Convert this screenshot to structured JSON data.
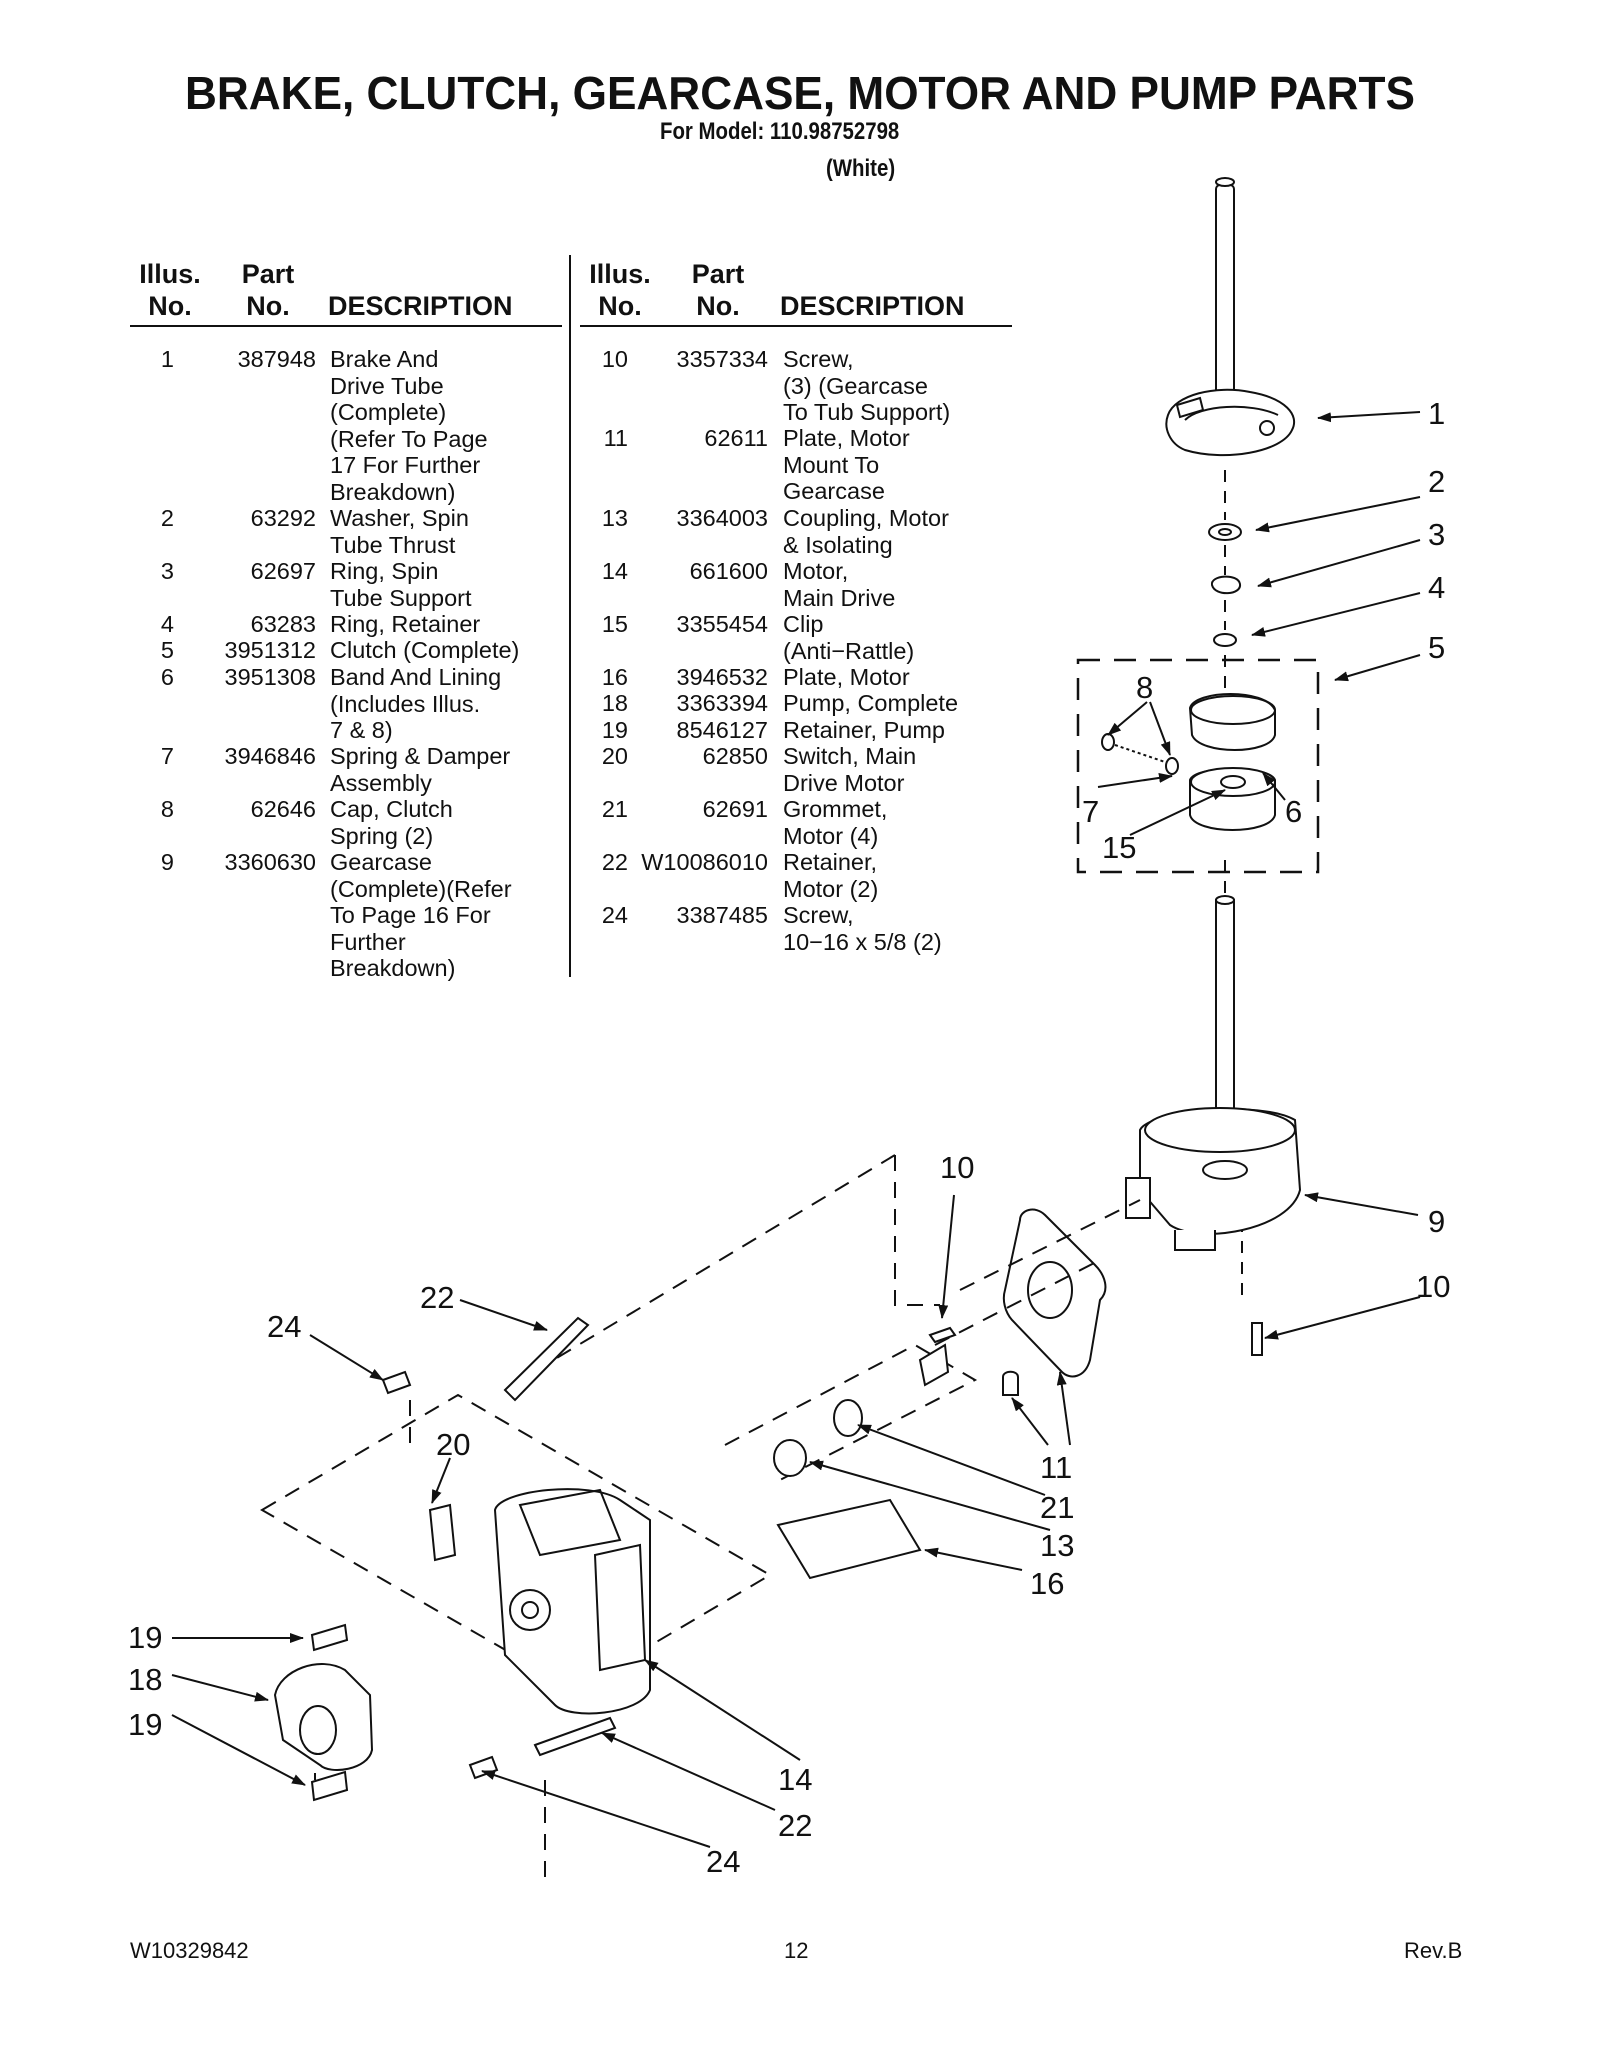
{
  "header": {
    "title": "BRAKE, CLUTCH, GEARCASE, MOTOR AND PUMP PARTS",
    "model_line": "For Model: 110.98752798",
    "color_line": "(White)"
  },
  "table_headers": {
    "illus": [
      "Illus.",
      "No."
    ],
    "part": [
      "Part",
      "No."
    ],
    "description": "DESCRIPTION"
  },
  "parts_left": [
    {
      "illus": "1",
      "part": "387948",
      "desc": "Brake And\nDrive Tube\n(Complete)\n(Refer To Page\n17 For Further\nBreakdown)"
    },
    {
      "illus": "2",
      "part": "63292",
      "desc": "Washer, Spin\nTube Thrust"
    },
    {
      "illus": "3",
      "part": "62697",
      "desc": "Ring, Spin\nTube Support"
    },
    {
      "illus": "4",
      "part": "63283",
      "desc": "Ring, Retainer"
    },
    {
      "illus": "5",
      "part": "3951312",
      "desc": "Clutch (Complete)"
    },
    {
      "illus": "6",
      "part": "3951308",
      "desc": "Band And Lining\n(Includes Illus.\n7 & 8)"
    },
    {
      "illus": "7",
      "part": "3946846",
      "desc": "Spring & Damper\nAssembly"
    },
    {
      "illus": "8",
      "part": "62646",
      "desc": "Cap, Clutch\nSpring (2)"
    },
    {
      "illus": "9",
      "part": "3360630",
      "desc": "Gearcase\n(Complete)(Refer\nTo Page 16 For\nFurther\nBreakdown)"
    }
  ],
  "parts_right": [
    {
      "illus": "10",
      "part": "3357334",
      "desc": "Screw,\n(3) (Gearcase\nTo Tub Support)"
    },
    {
      "illus": "11",
      "part": "62611",
      "desc": "Plate, Motor\nMount To\nGearcase"
    },
    {
      "illus": "13",
      "part": "3364003",
      "desc": "Coupling, Motor\n& Isolating"
    },
    {
      "illus": "14",
      "part": "661600",
      "desc": "Motor,\nMain Drive"
    },
    {
      "illus": "15",
      "part": "3355454",
      "desc": "Clip\n(Anti−Rattle)"
    },
    {
      "illus": "16",
      "part": "3946532",
      "desc": "Plate, Motor"
    },
    {
      "illus": "18",
      "part": "3363394",
      "desc": "Pump, Complete"
    },
    {
      "illus": "19",
      "part": "8546127",
      "desc": "Retainer, Pump"
    },
    {
      "illus": "20",
      "part": "62850",
      "desc": "Switch, Main\nDrive Motor"
    },
    {
      "illus": "21",
      "part": "62691",
      "desc": "Grommet,\nMotor (4)"
    },
    {
      "illus": "22",
      "part": "W10086010",
      "desc": "Retainer,\nMotor (2)"
    },
    {
      "illus": "24",
      "part": "3387485",
      "desc": "Screw,\n10−16 x 5/8 (2)"
    }
  ],
  "callouts": {
    "c1": "1",
    "c2": "2",
    "c3": "3",
    "c4": "4",
    "c5": "5",
    "c6": "6",
    "c7": "7",
    "c8": "8",
    "c9": "9",
    "c10a": "10",
    "c10b": "10",
    "c11": "11",
    "c13": "13",
    "c14": "14",
    "c15": "15",
    "c16": "16",
    "c18": "18",
    "c19a": "19",
    "c19b": "19",
    "c20": "20",
    "c21": "21",
    "c22a": "22",
    "c22b": "22",
    "c24a": "24",
    "c24b": "24"
  },
  "footer": {
    "doc_number": "W10329842",
    "page_number": "12",
    "revision": "Rev.B"
  }
}
